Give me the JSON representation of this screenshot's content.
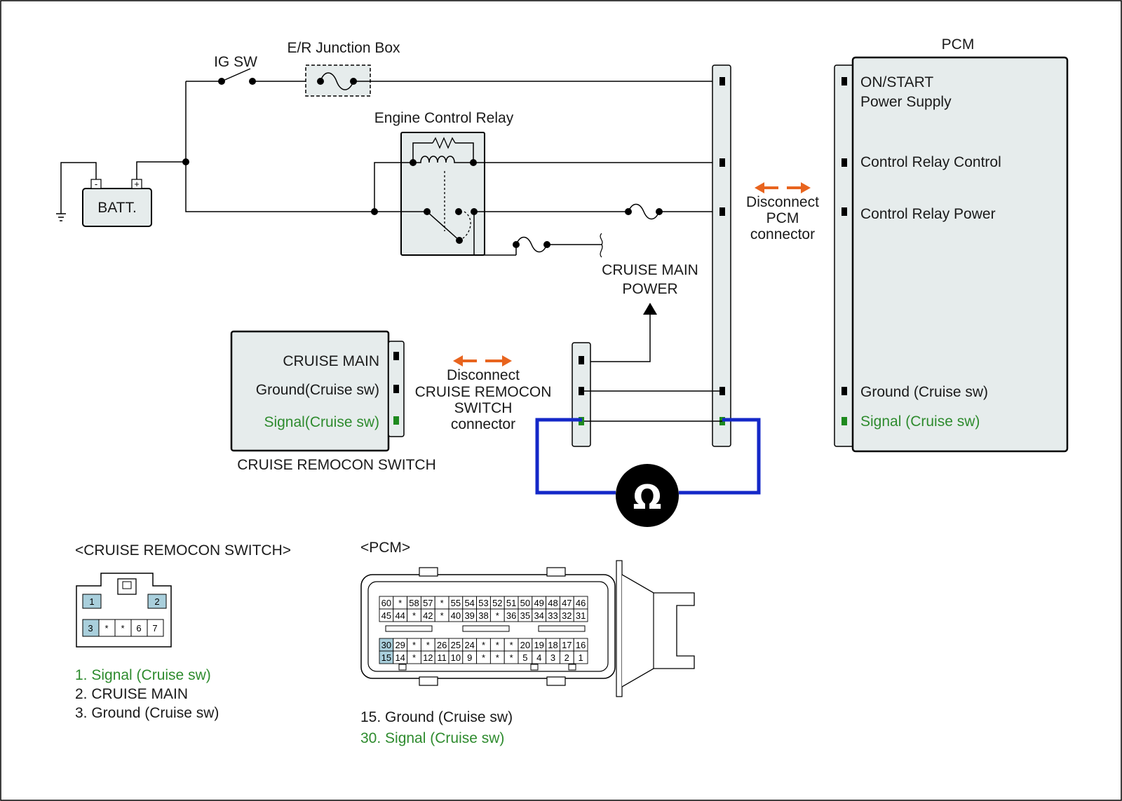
{
  "labels": {
    "ig_sw": "IG SW",
    "junction_box": "E/R Junction Box",
    "engine_relay": "Engine Control Relay",
    "battery": "BATT.",
    "batt_minus": "-",
    "batt_plus": "+",
    "pcm_title": "PCM",
    "cruise_main_power_1": "CRUISE MAIN",
    "cruise_main_power_2": "POWER",
    "disconnect_pcm_1": "Disconnect",
    "disconnect_pcm_2": "PCM",
    "disconnect_pcm_3": "connector",
    "disconnect_sw_1": "Disconnect",
    "disconnect_sw_2": "CRUISE REMOCON",
    "disconnect_sw_3": "SWITCH",
    "disconnect_sw_4": "connector",
    "remocon_title": "CRUISE REMOCON SWITCH",
    "ohm_symbol": "Ω"
  },
  "pcm_pins": {
    "on_start_1": "ON/START",
    "on_start_2": "Power Supply",
    "relay_control": "Control Relay Control",
    "relay_power": "Control Relay Power",
    "ground": "Ground (Cruise sw)",
    "signal": "Signal (Cruise sw)"
  },
  "switch_pins": {
    "cruise_main": "CRUISE MAIN",
    "ground": "Ground(Cruise sw)",
    "signal": "Signal(Cruise sw)"
  },
  "remocon_connector": {
    "title": "<CRUISE REMOCON SWITCH>",
    "top_row": [
      "1",
      "2"
    ],
    "bottom_row": [
      "3",
      "*",
      "*",
      "6",
      "7"
    ],
    "legend": [
      "1. Signal (Cruise sw)",
      "2. CRUISE MAIN",
      "3. Ground (Cruise sw)"
    ]
  },
  "pcm_connector": {
    "title": "<PCM>",
    "row1": [
      "60",
      "*",
      "58",
      "57",
      "*",
      "55",
      "54",
      "53",
      "52",
      "51",
      "50",
      "49",
      "48",
      "47",
      "46"
    ],
    "row2": [
      "45",
      "44",
      "*",
      "42",
      "*",
      "40",
      "39",
      "38",
      "*",
      "36",
      "35",
      "34",
      "33",
      "32",
      "31"
    ],
    "row3": [
      "30",
      "29",
      "*",
      "*",
      "26",
      "25",
      "24",
      "*",
      "*",
      "*",
      "20",
      "19",
      "18",
      "17",
      "16"
    ],
    "row4": [
      "15",
      "14",
      "*",
      "12",
      "11",
      "10",
      "9",
      "*",
      "*",
      "*",
      "5",
      "4",
      "3",
      "2",
      "1"
    ],
    "legend": [
      "15. Ground (Cruise sw)",
      "30. Signal (Cruise sw)"
    ]
  },
  "colors": {
    "signal_green": "#2e8b2e",
    "meter_blue": "#1428c8",
    "disconnect_orange": "#e8641e",
    "highlight_pin": "#a9cfdc",
    "component_fill": "#e6ecec"
  }
}
